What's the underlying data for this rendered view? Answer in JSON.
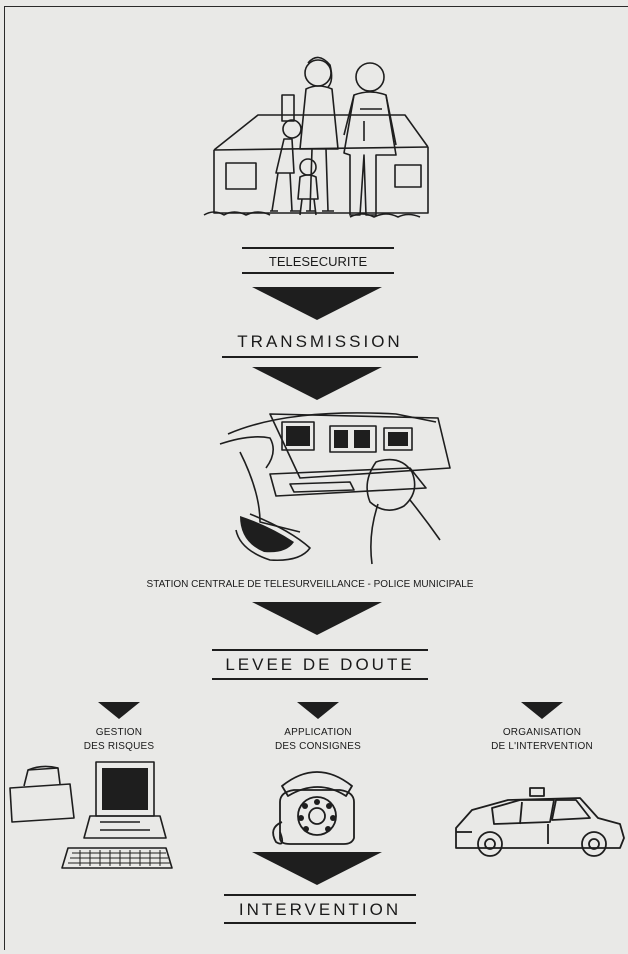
{
  "steps": {
    "telesecurite": "TELESECURITE",
    "transmission": "TRANSMISSION",
    "station": "STATION CENTRALE DE TELESURVEILLANCE - POLICE MUNICIPALE",
    "levee": "LEVEE DE DOUTE",
    "intervention": "INTERVENTION"
  },
  "branches": [
    {
      "line1": "GESTION",
      "line2": "DES RISQUES"
    },
    {
      "line1": "APPLICATION",
      "line2": "DES CONSIGNES"
    },
    {
      "line1": "ORGANISATION",
      "line2": "DE L'INTERVENTION"
    }
  ],
  "colors": {
    "background": "#e9e9e7",
    "ink": "#1e1e1e"
  }
}
